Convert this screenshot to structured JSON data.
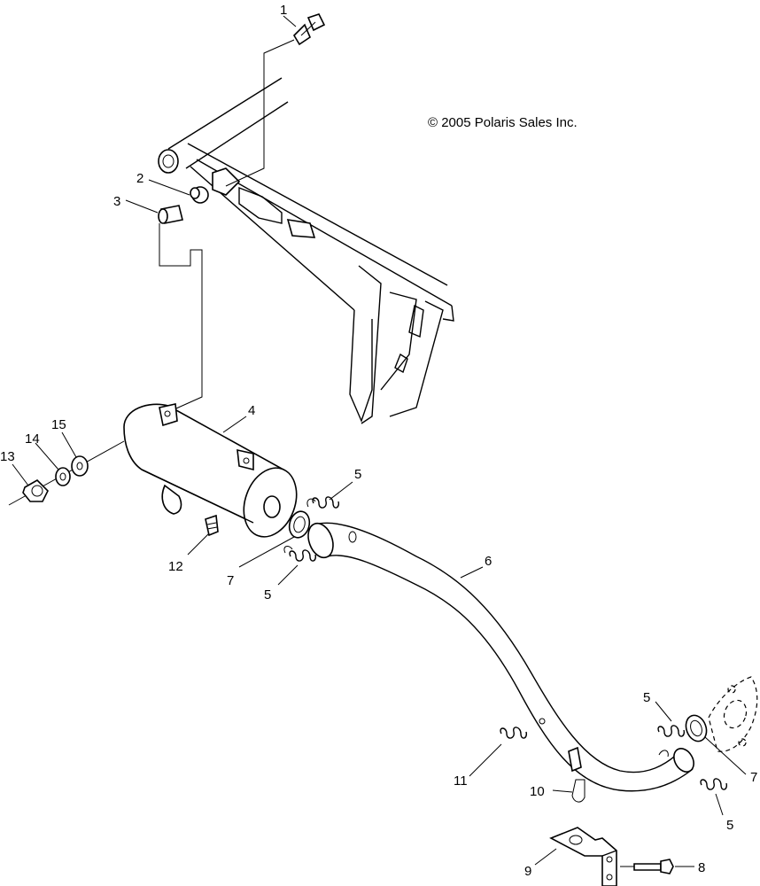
{
  "copyright": "© 2005 Polaris Sales Inc.",
  "callouts": {
    "c1": "1",
    "c2": "2",
    "c3": "3",
    "c4": "4",
    "c5a": "5",
    "c5b": "5",
    "c5c": "5",
    "c5d": "5",
    "c6": "6",
    "c7a": "7",
    "c7b": "7",
    "c8": "8",
    "c9": "9",
    "c10": "10",
    "c11": "11",
    "c12": "12",
    "c13": "13",
    "c14": "14",
    "c15": "15"
  }
}
